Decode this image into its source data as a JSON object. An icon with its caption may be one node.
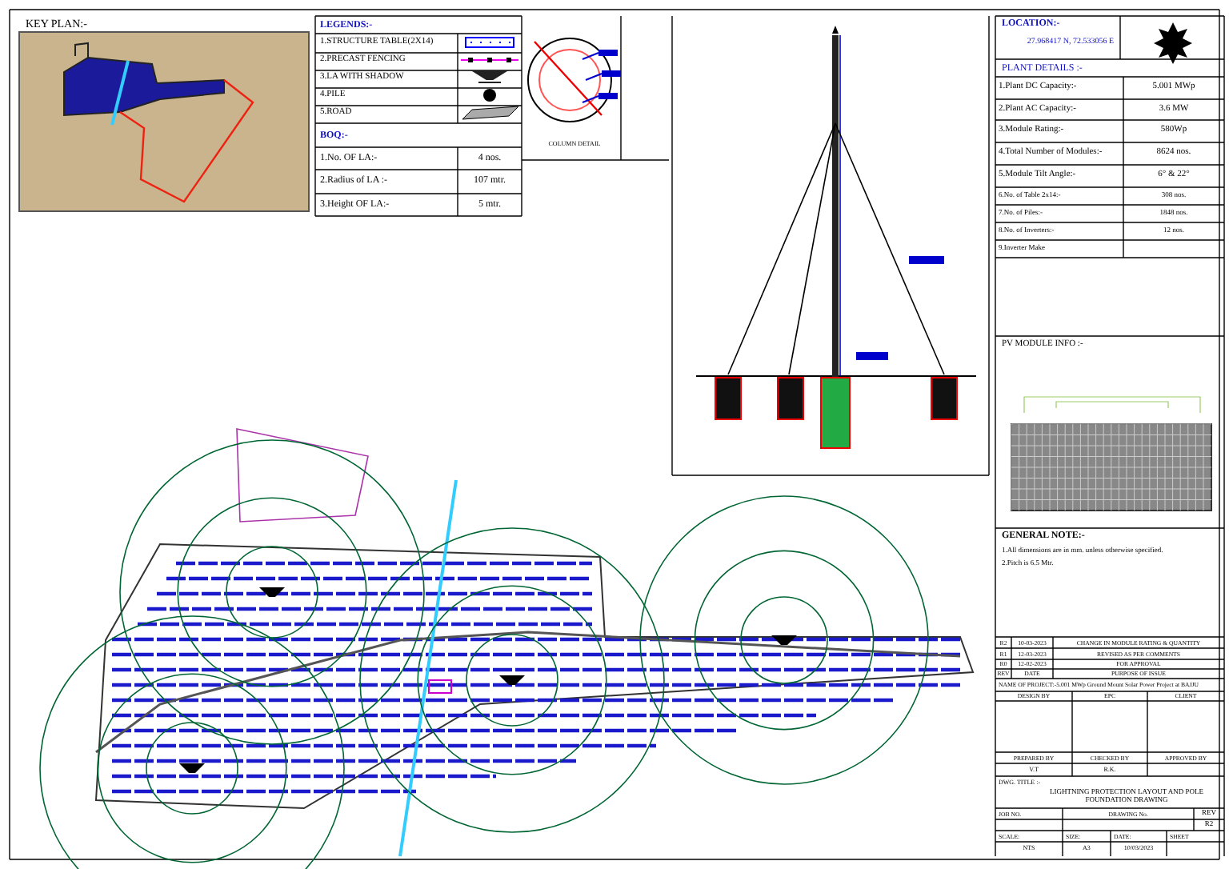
{
  "diagram": {
    "labels": [
      "KEY PLAN:-",
      "LEGENDS:-",
      "BOQ:-",
      "1.No. OF LA:-",
      "4 nos.",
      "2.Radius of LA :-",
      "107 mtr.",
      "3.Height OF LA:-",
      "5 mtr.",
      "COLUMN DETAIL",
      "LOCATION:-",
      "27.968417 N, 72.533056 E",
      "PLANT DETAILS :-",
      "1.Plant DC Capacity:-",
      "5.001 MWp",
      "2.Plant AC Capacity:-",
      "3.6 MW",
      "3.Module Rating:-",
      "580Wp",
      "4.Total Number of Modules:-",
      "8624 nos.",
      "5.Module Tilt Angle:-",
      "6° & 22°",
      "6.No. of Table 2x14:-",
      "308 nos.",
      "7.No. of Piles:-",
      "1848 nos.",
      "8.No. of Inverters:-",
      "12 nos.",
      "9.Inverter Make",
      "PV MODULE INFO :-",
      "GENERAL NOTE:-",
      "1.All dimensions are in mm. unless otherwise specified.",
      "2.Pitch is 6.5 Mtr.",
      "R2",
      "10-03-2023",
      "CHANGE IN MODULE RATING & QUANTITY",
      "R1",
      "12-03-2023",
      "REVISED AS PER COMMENTS",
      "R0",
      "12-02-2023",
      "FOR APPROVAL",
      "REV",
      "DATE",
      "PURPOSE OF ISSUE",
      "NAME OF PROJECT:-5.001 MWp Ground Mount Solar Power Project at BAJJU",
      "DESIGN BY",
      "EPC",
      "CLIENT",
      "PREPARED BY",
      "CHECKED BY",
      "APPROVED BY",
      "V.T",
      "R.K.",
      "DWG. TITLE :-",
      "LIGHTNING PROTECTION LAYOUT AND POLE FOUNDATION DRAWING",
      "JOB NO.",
      "DRAWING No.",
      "REV",
      "R2",
      "SCALE:",
      "SIZE:",
      "DATE:",
      "SHEET",
      "NTS",
      "A3",
      "10/03/2023"
    ],
    "legend": [
      {
        "text": "1.STRUCTURE TABLE(2X14)"
      },
      {
        "text": "2.PRECAST FENCING"
      },
      {
        "text": "3.LA WITH SHADOW"
      },
      {
        "text": "4.PILE"
      },
      {
        "text": "5.ROAD"
      }
    ]
  }
}
